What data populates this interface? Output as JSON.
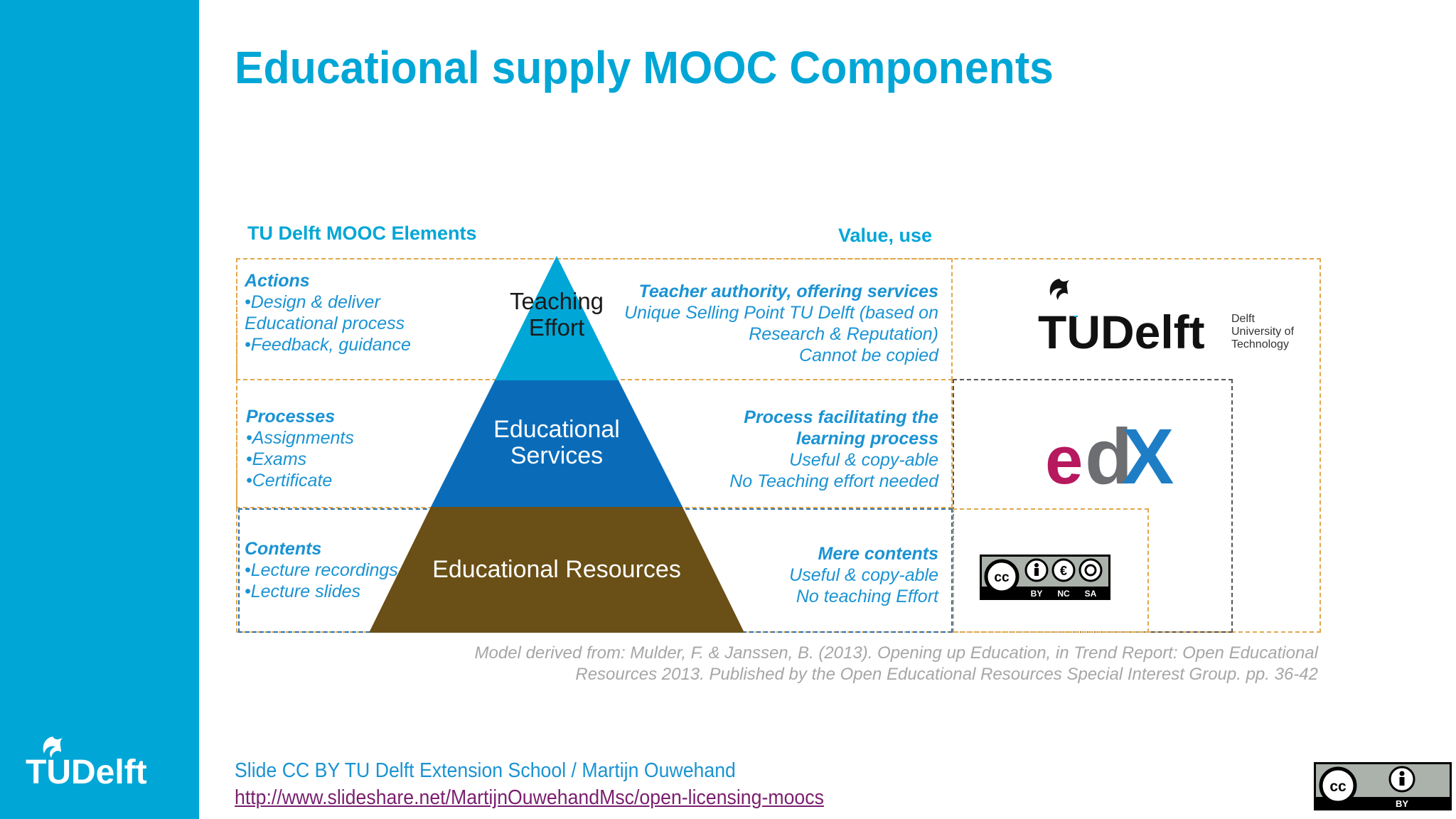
{
  "slide": {
    "title": "Educational supply MOOC Components",
    "left_heading": "TU Delft MOOC Elements",
    "right_heading": "Value, use"
  },
  "rows": [
    {
      "heading": "Actions",
      "items": [
        "•Design & deliver",
        "Educational process",
        "•Feedback, guidance"
      ],
      "pyramid_label_line1": "Teaching",
      "pyramid_label_line2": "Effort",
      "value_lines": [
        "Teacher authority, offering services",
        "Unique Selling Point TU Delft (based on",
        "Research & Reputation)",
        "Cannot be copied"
      ]
    },
    {
      "heading": "Processes",
      "items": [
        "•Assignments",
        "•Exams",
        "•Certificate"
      ],
      "pyramid_label_line1": "Educational",
      "pyramid_label_line2": "Services",
      "value_lines": [
        "Process facilitating the",
        "learning process",
        "Useful & copy-able",
        "No Teaching effort needed"
      ]
    },
    {
      "heading": "Contents",
      "items": [
        "•Lecture recordings",
        "•Lecture slides"
      ],
      "pyramid_label_line1": "Educational Resources",
      "value_lines": [
        "Mere contents",
        "Useful & copy-able",
        "No teaching Effort"
      ]
    }
  ],
  "logos": {
    "tudelft_wordmark": "TUDelft",
    "tudelft_sub1": "Delft",
    "tudelft_sub2": "University of",
    "tudelft_sub3": "Technology",
    "edx": "edX",
    "cc_badge_terms": [
      "BY",
      "NC",
      "SA"
    ],
    "cc_corner_term": "BY",
    "sidebar_logo": "TUDelft"
  },
  "footer": {
    "citation_line1": "Model derived from: Mulder, F. & Janssen, B. (2013). Opening up Education, in Trend Report: Open Educational",
    "citation_line2": "Resources 2013. Published by the Open Educational Resources Special Interest Group. pp. 36-42",
    "credit": "Slide CC BY TU Delft Extension School / Martijn Ouwehand",
    "link": "http://www.slideshare.net/MartijnOuwehandMsc/open-licensing-moocs"
  },
  "colors": {
    "brand_cyan": "#00A6D6",
    "text_blue": "#1A93D3",
    "pyramid_top": "#00A6D6",
    "pyramid_middle": "#0A6CB9",
    "pyramid_bottom": "#6A4F16",
    "dashed_orange": "#E1A84B",
    "edx_red": "#B6195E",
    "edx_gray": "#6D6E71",
    "edx_blue": "#1D7EC6",
    "link": "#7A1F6F"
  },
  "icons": [
    "tudelft-flame-icon",
    "edx-logo",
    "cc-by-nc-sa-icon",
    "cc-by-icon"
  ]
}
